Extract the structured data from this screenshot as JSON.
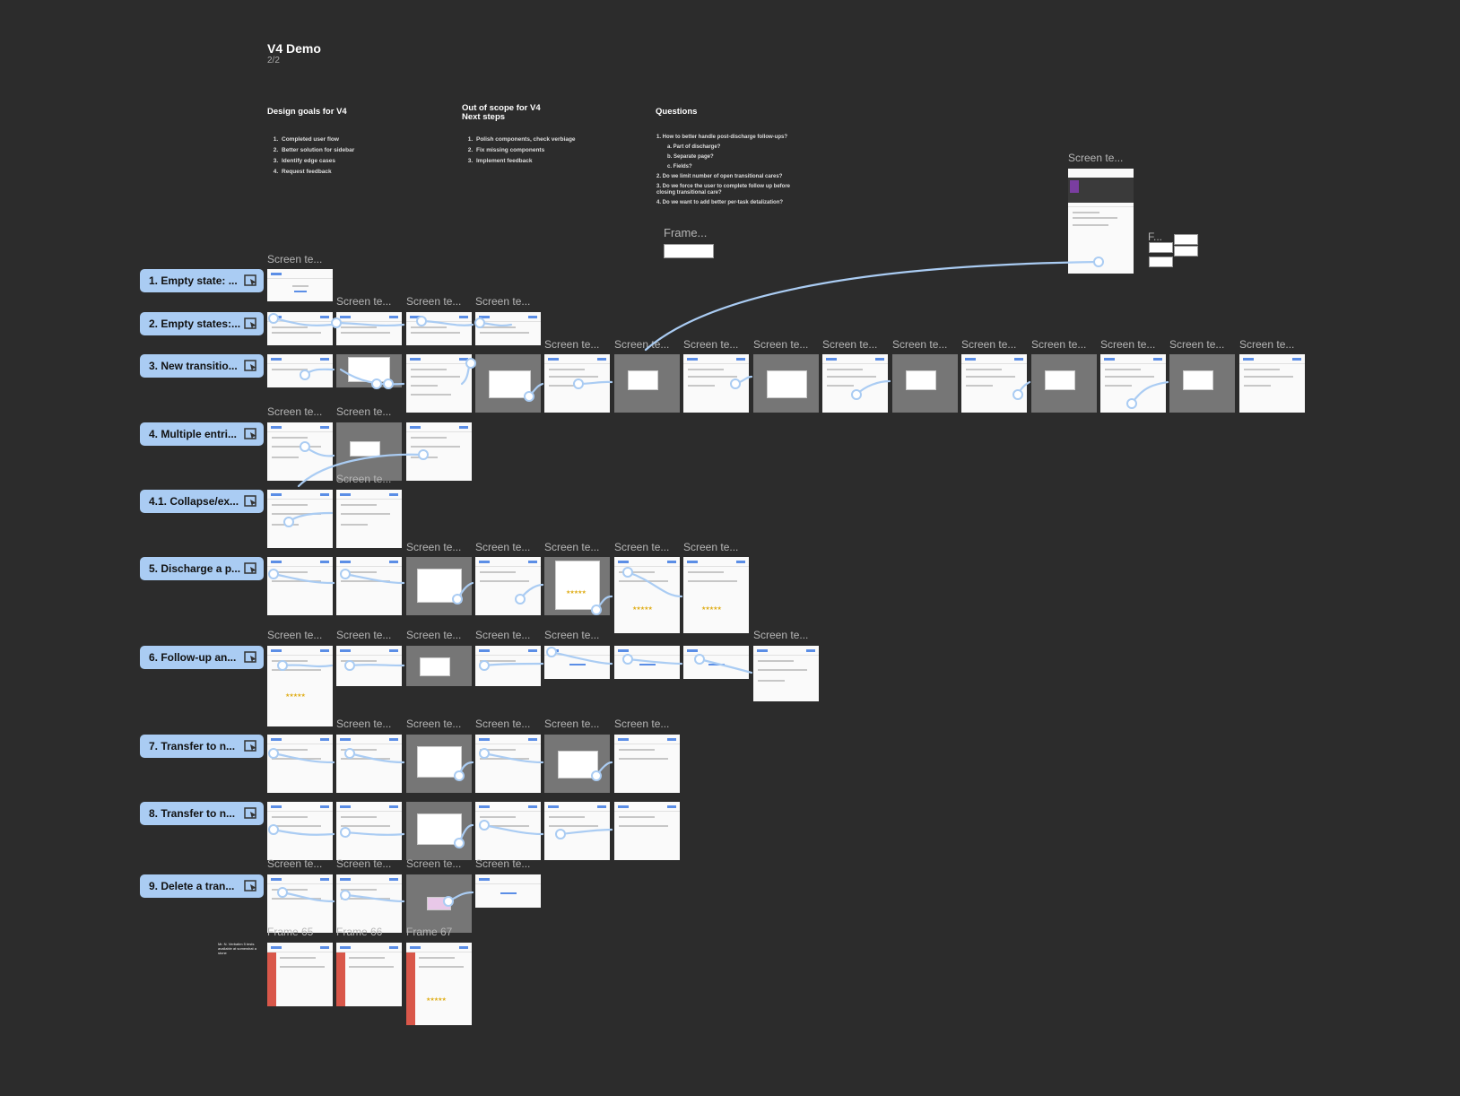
{
  "page": {
    "title": "V4 Demo",
    "subtitle": "2/2"
  },
  "columns": [
    {
      "heading": "Design goals for V4",
      "items": [
        "Completed user flow",
        "Better solution for sidebar",
        "Identify edge cases",
        "Request feedback"
      ]
    },
    {
      "heading": "Out of scope for V4\nNext steps",
      "items": [
        "Polish components, check verbiage",
        "Fix missing components",
        "Implement feedback"
      ]
    }
  ],
  "questions": {
    "heading": "Questions",
    "items": [
      "1.  How to better handle post-discharge follow-ups?",
      "a.  Part of discharge?",
      "b.  Separate page?",
      "c.  Fields?",
      "2.  Do we limit number of open transitional cares?",
      "3.  Do we force the user to complete follow up before closing transitional care?",
      "4.  Do we want to add better per-task detalization?"
    ]
  },
  "frame_label": "Screen te...",
  "side_labels": {
    "frame_top": "Frame...",
    "f_small": "F...",
    "frame_67": "Frame 67",
    "frame_65": "Frame 65",
    "frame_66": "Frame 66"
  },
  "mini_note": "Mr. N. Verbatim 5 tests available at somewhat a stone",
  "flows": [
    {
      "label": "1. Empty state: ..."
    },
    {
      "label": "2. Empty states:..."
    },
    {
      "label": "3. New transitio..."
    },
    {
      "label": "4. Multiple entri..."
    },
    {
      "label": "4.1. Collapse/ex..."
    },
    {
      "label": "5. Discharge a p..."
    },
    {
      "label": "6. Follow-up an..."
    },
    {
      "label": "7. Transfer to n..."
    },
    {
      "label": "8. Transfer to n..."
    },
    {
      "label": "9. Delete a tran..."
    }
  ],
  "colors": {
    "canvas": "#2c2c2c",
    "flow_pill": "#aaccf3",
    "wire": "#aaccf3",
    "frame_light": "#fafafa",
    "frame_dark": "#767676"
  }
}
